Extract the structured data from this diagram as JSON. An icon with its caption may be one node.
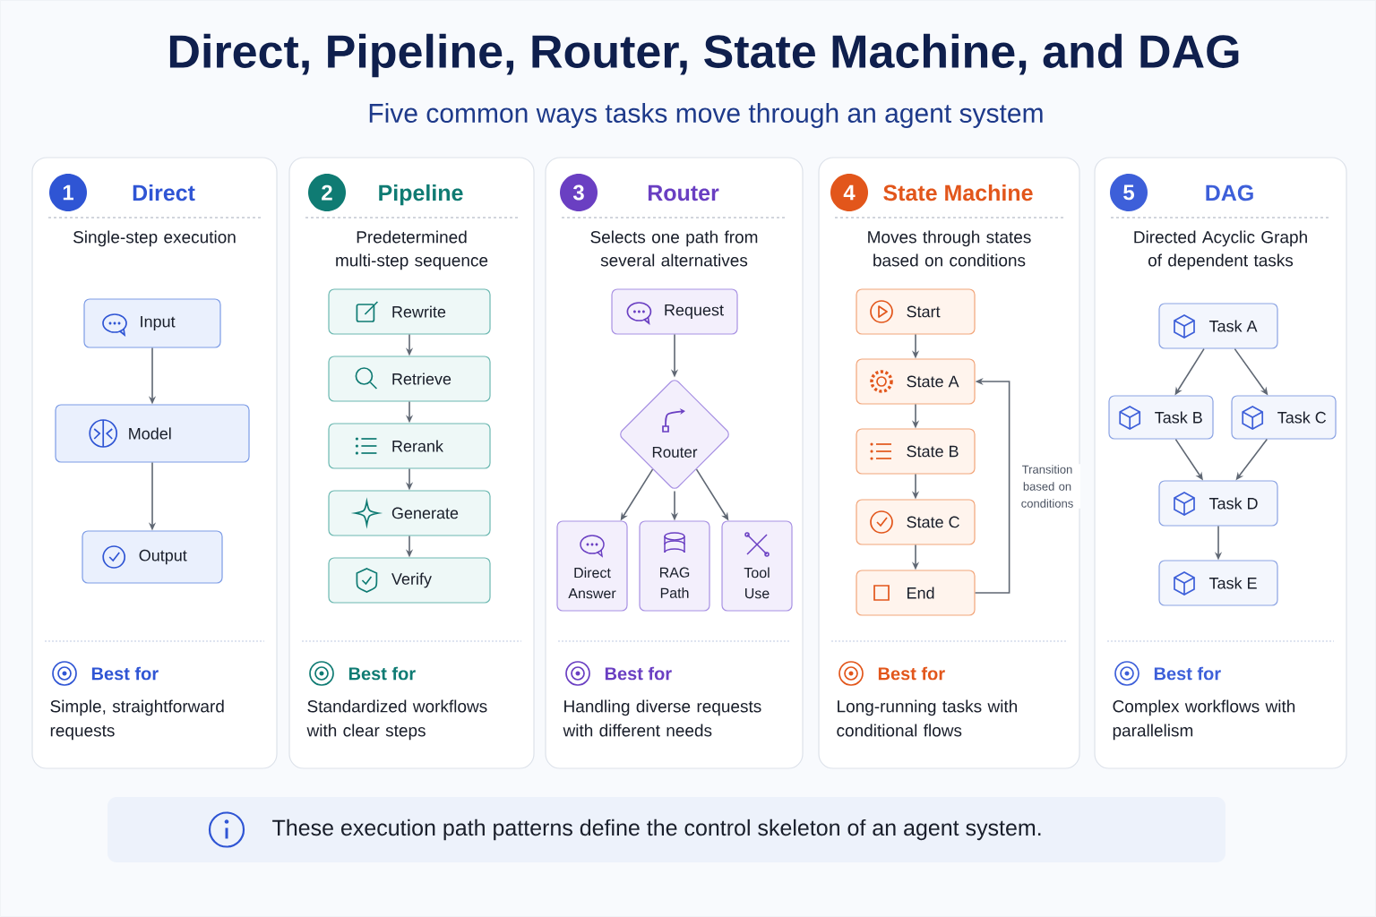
{
  "diagram": {
    "title": "Direct, Pipeline, Router, State Machine, and DAG",
    "nodes": [
      {
        "text": [
          "Direct",
          "Single-step execution",
          "Best for",
          "Simple, straightforward requests"
        ]
      },
      {
        "text": [
          "1"
        ],
        "in": 0
      },
      {
        "text": [
          "Input"
        ],
        "in": 0
      },
      {
        "text": [
          "Model"
        ],
        "in": 0
      },
      {
        "text": [
          "Output"
        ],
        "in": 0
      },
      {
        "text": [
          "Pipeline",
          "Predetermined multi-step sequence",
          "Best for",
          "Standardized workflows with clear steps"
        ]
      },
      {
        "text": [
          "2"
        ],
        "in": 5
      },
      {
        "text": [
          "Rewrite"
        ],
        "in": 5
      },
      {
        "text": [
          "Retrieve"
        ],
        "in": 5
      },
      {
        "text": [
          "Rerank"
        ],
        "in": 5
      },
      {
        "text": [
          "Generate"
        ],
        "in": 5
      },
      {
        "text": [
          "Verify"
        ],
        "in": 5
      },
      {
        "text": [
          "Router",
          "Selects one path from several alternatives",
          "Best for",
          "Handling diverse requests with different needs"
        ]
      },
      {
        "text": [
          "3"
        ],
        "in": 12
      },
      {
        "text": [
          "Request"
        ],
        "in": 12
      },
      {
        "text": [
          "Router"
        ],
        "in": 12
      },
      {
        "text": [
          "Direct Answer"
        ],
        "in": 12
      },
      {
        "text": [
          "RAG Path"
        ],
        "in": 12
      },
      {
        "text": [
          "Tool Use"
        ],
        "in": 12
      },
      {
        "text": [
          "State Machine",
          "Moves through states based on conditions",
          "Best for",
          "Long-running tasks with conditional flows"
        ]
      },
      {
        "text": [
          "4"
        ],
        "in": 19
      },
      {
        "text": [
          "Start"
        ],
        "in": 19
      },
      {
        "text": [
          "State A"
        ],
        "in": 19
      },
      {
        "text": [
          "State B"
        ],
        "in": 19
      },
      {
        "text": [
          "State C"
        ],
        "in": 19
      },
      {
        "text": [
          "End"
        ],
        "in": 19
      },
      {
        "text": [
          "DAG",
          "Directed Acyclic Graph of dependent tasks",
          "Best for",
          "Complex workflows with parallelism"
        ]
      },
      {
        "text": [
          "5"
        ],
        "in": 26
      },
      {
        "text": [
          "Task A"
        ],
        "in": 26
      },
      {
        "text": [
          "Task B"
        ],
        "in": 26
      },
      {
        "text": [
          "Task C"
        ],
        "in": 26
      },
      {
        "text": [
          "Task D"
        ],
        "in": 26
      },
      {
        "text": [
          "Task E"
        ],
        "in": 26
      },
      {
        "text": [
          "These execution path patterns define the control skeleton of an agent system."
        ]
      }
    ],
    "edges": [
      {
        "from": 2,
        "to": 3,
        "arrow": "to"
      },
      {
        "from": 3,
        "to": 4,
        "arrow": "to"
      },
      {
        "from": 7,
        "to": 8,
        "arrow": "to"
      },
      {
        "from": 8,
        "to": 9,
        "arrow": "to"
      },
      {
        "from": 9,
        "to": 10,
        "arrow": "to"
      },
      {
        "from": 10,
        "to": 11,
        "arrow": "to"
      },
      {
        "from": 14,
        "to": 15,
        "arrow": "to"
      },
      {
        "from": 15,
        "to": 16,
        "arrow": "to"
      },
      {
        "from": 15,
        "to": 17,
        "arrow": "to"
      },
      {
        "from": 15,
        "to": 18,
        "arrow": "to"
      },
      {
        "from": 21,
        "to": 22,
        "arrow": "to"
      },
      {
        "from": 22,
        "to": 23,
        "arrow": "to"
      },
      {
        "from": 23,
        "to": 24,
        "arrow": "to"
      },
      {
        "from": 24,
        "to": 25,
        "arrow": "to"
      },
      {
        "from": 25,
        "to": 22,
        "arrow": "to",
        "label": "Transition based on conditions"
      },
      {
        "from": 28,
        "to": 29,
        "arrow": "to"
      },
      {
        "from": 28,
        "to": 30,
        "arrow": "to"
      },
      {
        "from": 29,
        "to": 31,
        "arrow": "to"
      },
      {
        "from": 30,
        "to": 31,
        "arrow": "to"
      },
      {
        "from": 31,
        "to": 32,
        "arrow": "to"
      }
    ],
    "labels": [
      "Five common ways tasks move through an agent system"
    ]
  }
}
